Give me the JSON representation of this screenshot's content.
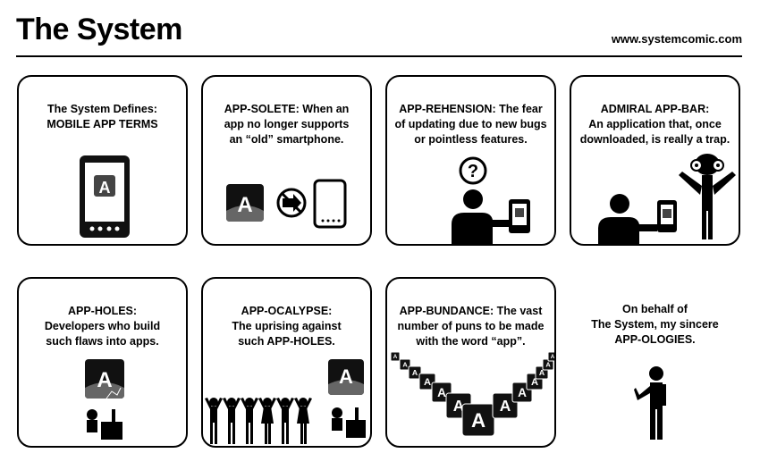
{
  "header": {
    "title": "The System",
    "url": "www.systemcomic.com"
  },
  "panels": [
    {
      "lines": [
        "The System Defines:",
        "MOBILE APP TERMS"
      ]
    },
    {
      "lines": [
        "APP-SOLETE: When an",
        "app no longer supports",
        "an “old” smartphone."
      ]
    },
    {
      "lines": [
        "APP-REHENSION: The fear",
        "of updating due to new bugs",
        "or pointless features."
      ]
    },
    {
      "lines": [
        "ADMIRAL APP-BAR:",
        "An application that, once",
        "downloaded, is really a trap."
      ]
    },
    {
      "lines": [
        "APP-HOLES:",
        "Developers who build",
        "such flaws into apps."
      ]
    },
    {
      "lines": [
        "APP-OCALYPSE:",
        "The uprising against",
        "such APP-HOLES."
      ]
    },
    {
      "lines": [
        "APP-BUNDANCE: The vast",
        "number of puns to be made",
        "with the word “app”."
      ]
    },
    {
      "lines": [
        "On behalf of",
        "The System, my sincere",
        "APP-OLOGIES."
      ]
    }
  ],
  "icons": {
    "app_letter": "A",
    "question_mark": "?"
  }
}
